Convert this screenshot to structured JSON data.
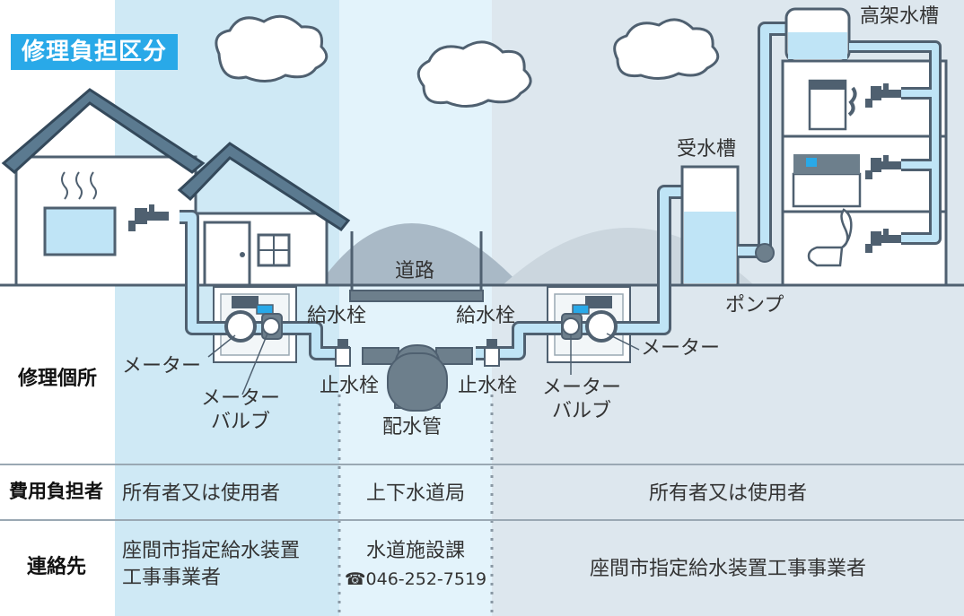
{
  "title": "修理負担区分",
  "diagram": {
    "tank_elevated": "高架水槽",
    "tank_receiving": "受水槽",
    "road": "道路",
    "pump": "ポンプ",
    "supply_plug_left": "給水栓",
    "supply_plug_right": "給水栓",
    "stop_plug_left": "止水栓",
    "stop_plug_right": "止水栓",
    "distribution_pipe": "配水管",
    "meter_left": "メーター",
    "meter_right": "メーター",
    "meter_valve_left": "メーター\nバルブ",
    "meter_valve_right": "メーター\nバルブ"
  },
  "rows": {
    "repair_place": "修理個所",
    "cost_bearer": {
      "header": "費用負担者",
      "left": "所有者又は使用者",
      "center": "上下水道局",
      "right": "所有者又は使用者"
    },
    "contact": {
      "header": "連絡先",
      "left": "座間市指定給水装置\n工事事業者",
      "center_line1": "水道施設課",
      "center_line2": "☎046-252-7519",
      "right": "座間市指定給水装置工事事業者"
    }
  },
  "colors": {
    "col_left": "#cfe9f5",
    "col_center": "#e3f3fb",
    "col_right": "#dde7ee",
    "pipe": "#bfe4f6",
    "accent": "#29a9e8",
    "roof": "#5b7a90"
  }
}
